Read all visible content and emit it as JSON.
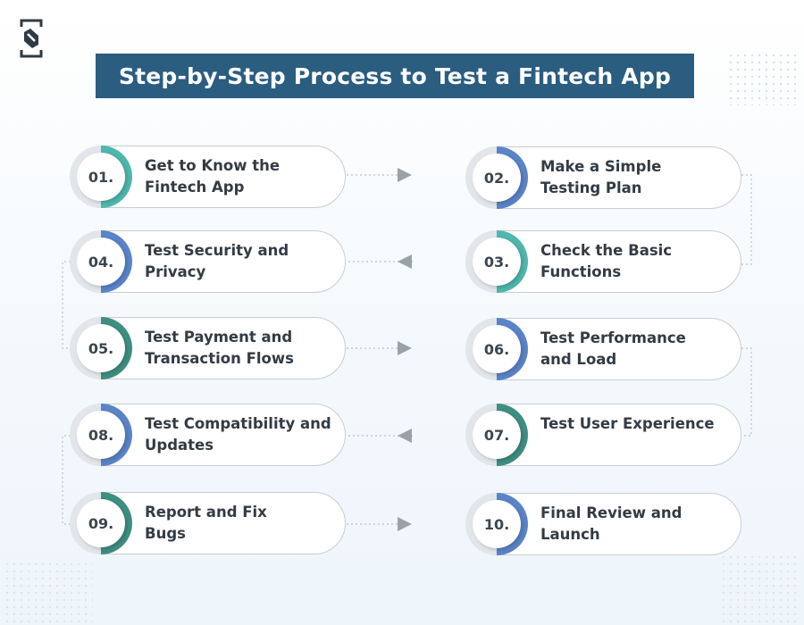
{
  "title": "Step-by-Step Process to Test a Fintech App",
  "logo_icon": "brand-logo-icon",
  "colors": {
    "title_bar": "#2b5d80",
    "teal": "#4fb7ad",
    "blue": "#5a84c8",
    "green": "#3f8e82",
    "arrow": "#9aa2a8"
  },
  "steps": [
    {
      "number": "01.",
      "line1": "Get to Know the",
      "line2": "Fintech App"
    },
    {
      "number": "02.",
      "line1": "Make a Simple",
      "line2": "Testing Plan"
    },
    {
      "number": "03.",
      "line1": "Check the Basic",
      "line2": "Functions"
    },
    {
      "number": "04.",
      "line1": "Test Security and",
      "line2": "Privacy"
    },
    {
      "number": "05.",
      "line1": "Test Payment and",
      "line2": "Transaction Flows"
    },
    {
      "number": "06.",
      "line1": "Test Performance",
      "line2": "and Load"
    },
    {
      "number": "07.",
      "line1": "Test User Experience",
      "line2": ""
    },
    {
      "number": "08.",
      "line1": "Test Compatibility and",
      "line2": "Updates"
    },
    {
      "number": "09.",
      "line1": "Report and Fix",
      "line2": "Bugs"
    },
    {
      "number": "10.",
      "line1": "Final Review and",
      "line2": "Launch"
    }
  ]
}
